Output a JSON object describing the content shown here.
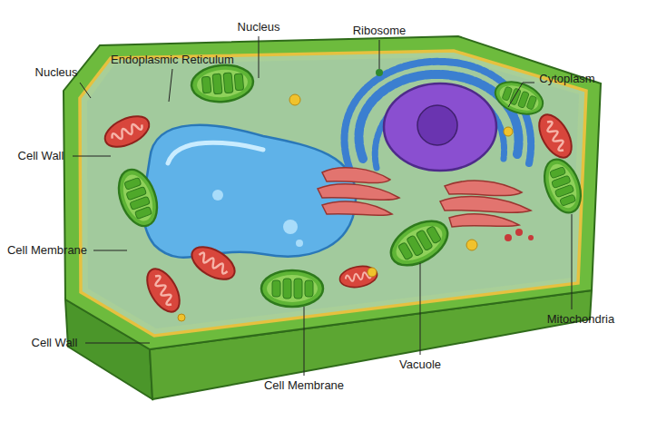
{
  "diagram": {
    "labels": [
      "Nucleus",
      "Ribosome",
      "Endoplasmic Reticulum",
      "Nucleus",
      "Cytoplasm",
      "Cell Wall",
      "Cell Membrane",
      "Mitochondria",
      "Cell Wall",
      "Vacuole",
      "Cell Membrane"
    ]
  }
}
